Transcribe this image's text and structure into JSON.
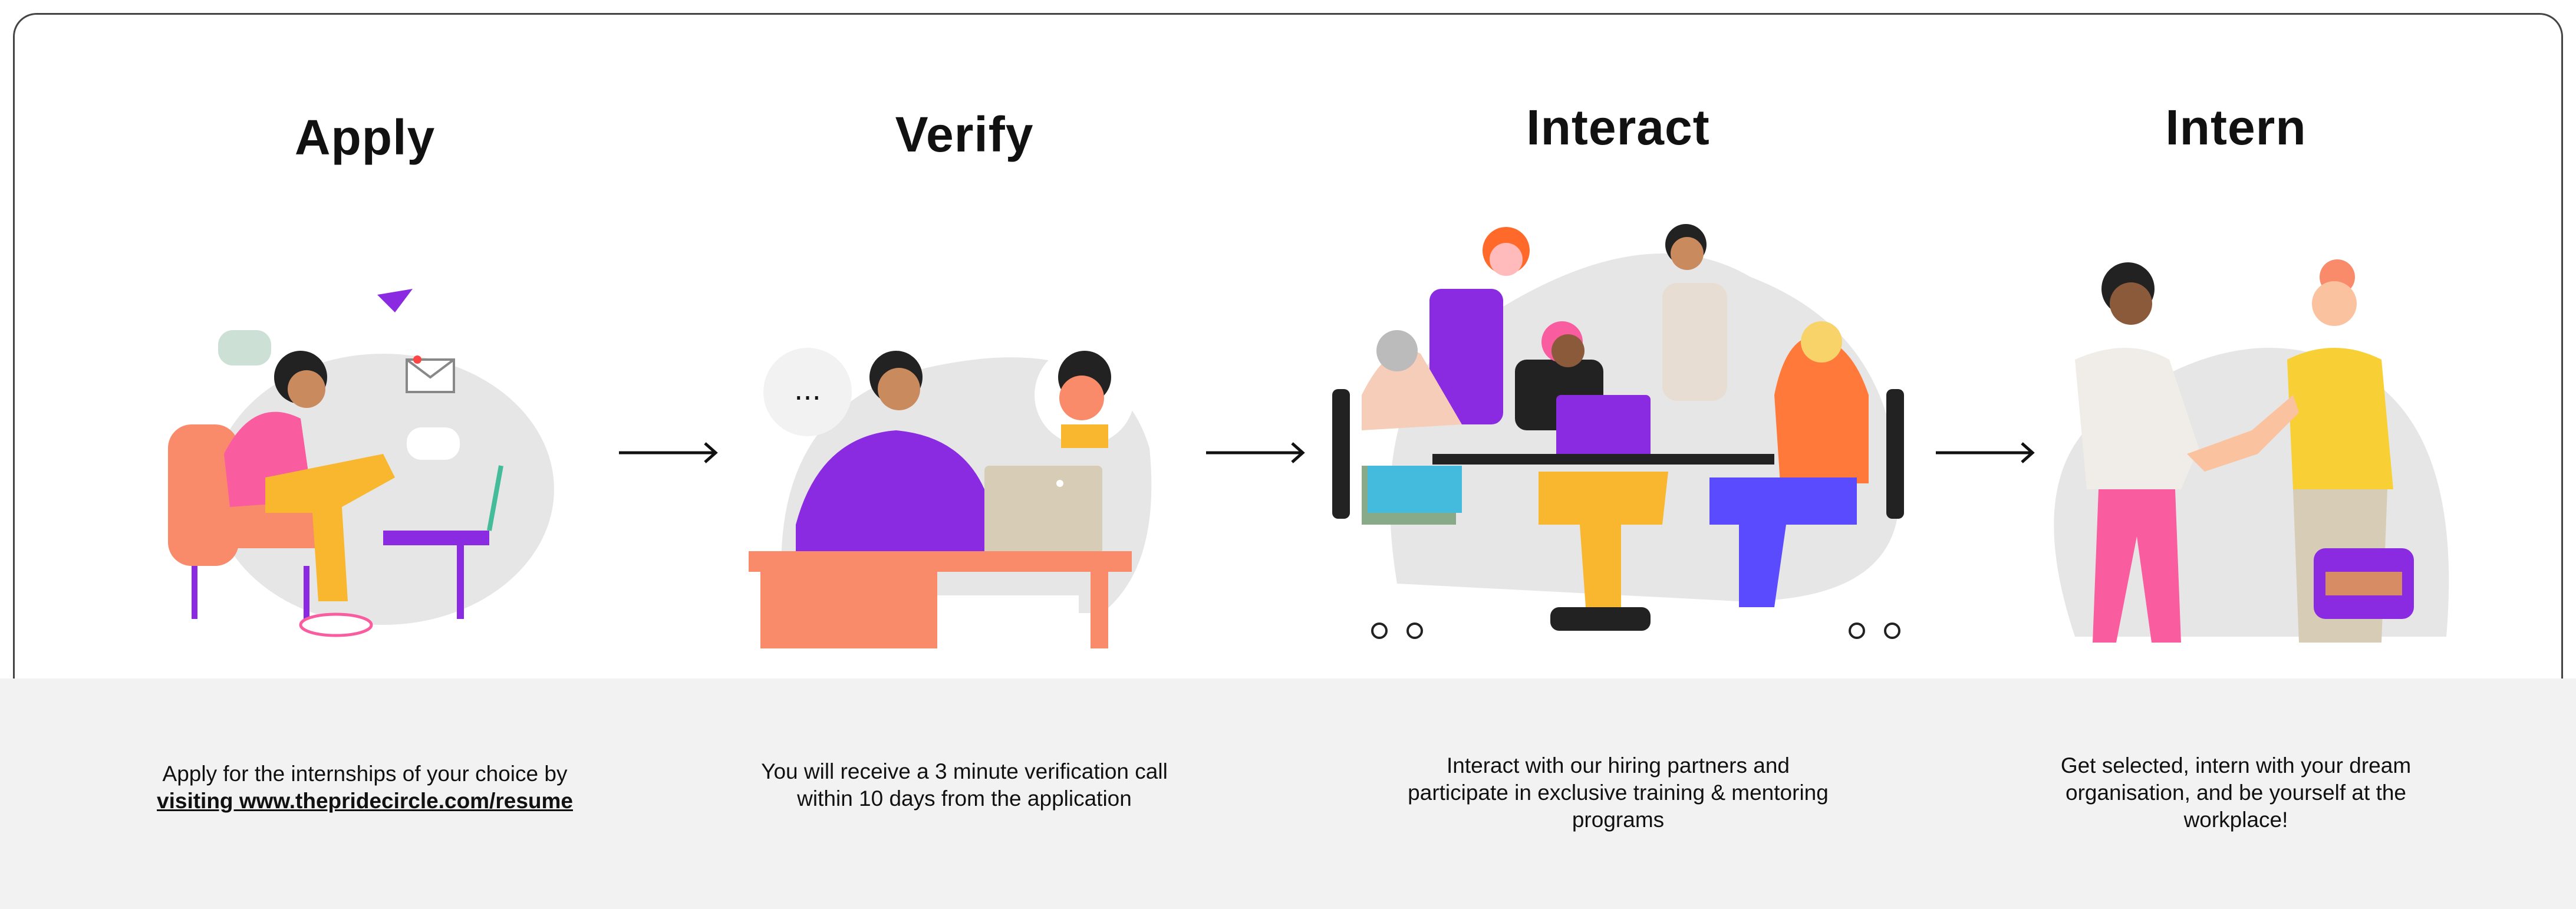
{
  "steps": [
    {
      "title": "Apply",
      "description": "Apply for the internships of your choice by",
      "link_text": "visiting www.thepridecircle.com/resume"
    },
    {
      "title": "Verify",
      "description": "You will receive a 3 minute verification call within 10 days from the application"
    },
    {
      "title": "Interact",
      "description": "Interact with our hiring partners and participate in exclusive training & mentoring programs"
    },
    {
      "title": "Intern",
      "description": "Get selected, intern with your dream organisation, and be yourself at the workplace!"
    }
  ],
  "speech_bubble_text": "...",
  "colors": {
    "purple": "#8a2be2",
    "coral": "#f98a6a",
    "yellow": "#f8b72e",
    "pink": "#f95da0",
    "blob": "#e6e6e6",
    "panel": "#f2f2f2"
  }
}
